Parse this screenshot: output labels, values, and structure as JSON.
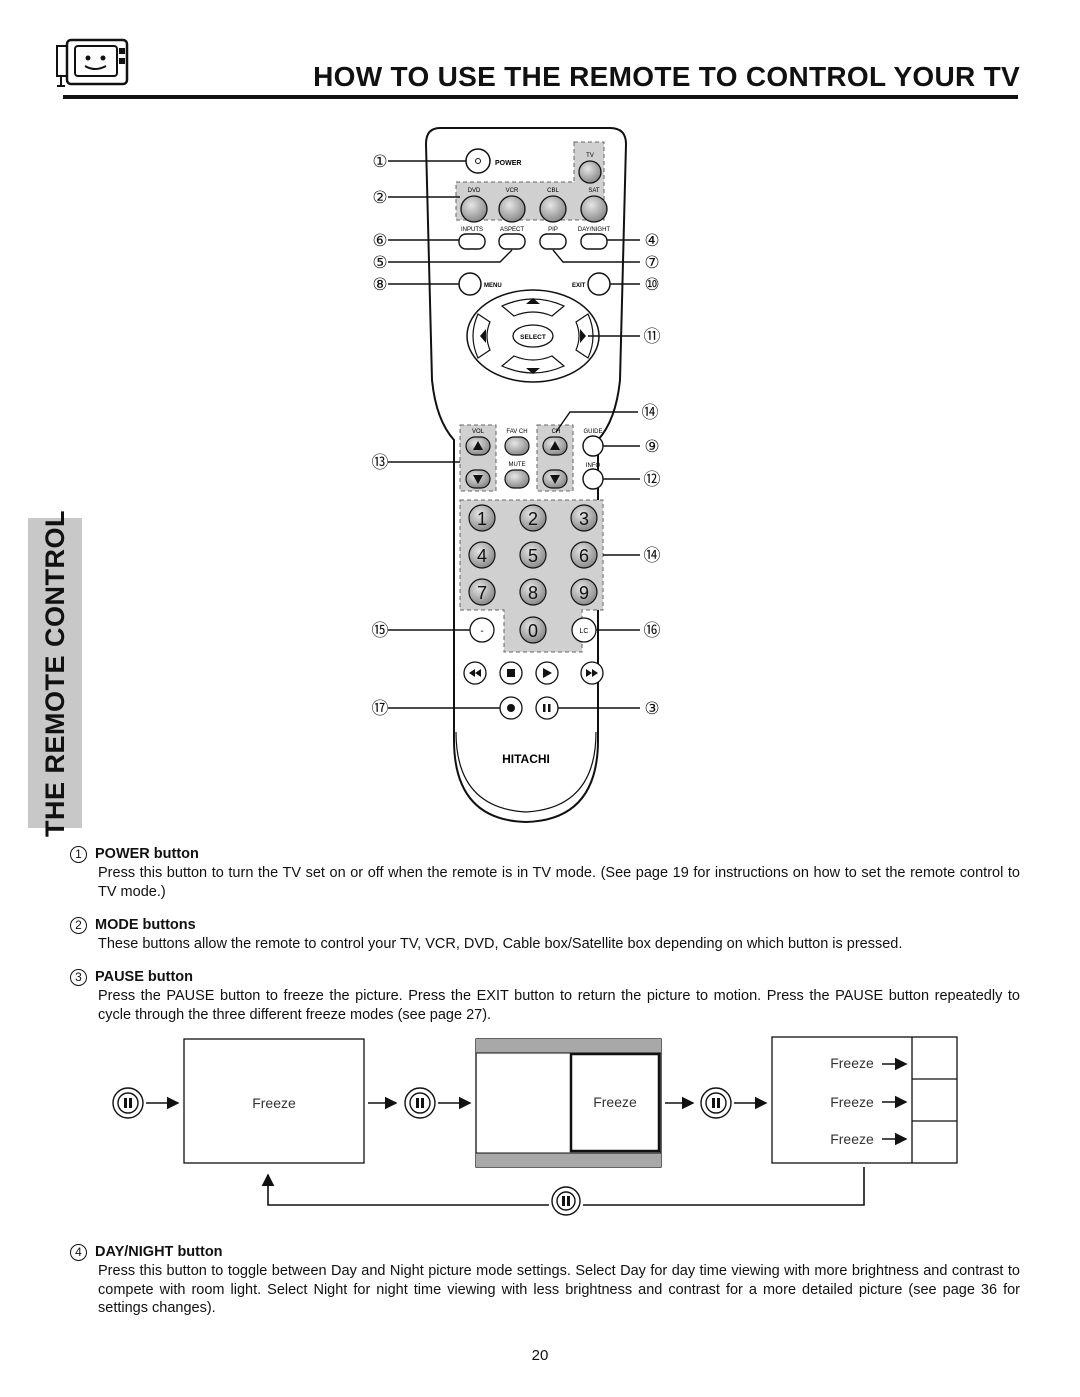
{
  "header": {
    "title": "HOW TO USE THE REMOTE TO CONTROL YOUR TV",
    "side_tab": "THE REMOTE CONTROL"
  },
  "remote": {
    "brand": "HITACHI",
    "labels": {
      "power": "POWER",
      "tv": "TV",
      "dvd": "DVD",
      "vcr": "VCR",
      "cbl": "CBL",
      "sat": "SAT",
      "inputs": "INPUTS",
      "aspect": "ASPECT",
      "pip": "PIP",
      "day_night": "DAY/NIGHT",
      "menu": "MENU",
      "exit": "EXIT",
      "select": "SELECT",
      "vol": "VOL",
      "fav_ch": "FAV CH",
      "ch": "CH",
      "guide": "GUIDE",
      "mute": "MUTE",
      "info": "INFO",
      "dash": "-",
      "lc": "LC"
    },
    "digits": [
      "1",
      "2",
      "3",
      "4",
      "5",
      "6",
      "7",
      "8",
      "9",
      "0"
    ],
    "callouts": {
      "c1": "①",
      "c2": "②",
      "c6": "⑥",
      "c5": "⑤",
      "c8": "⑧",
      "c13": "⑬",
      "c15": "⑮",
      "c17": "⑰",
      "c4": "④",
      "c7": "⑦",
      "c10": "⑩",
      "c11": "⑪",
      "c14a": "⑭",
      "c9": "⑨",
      "c12": "⑫",
      "c14b": "⑭",
      "c16": "⑯",
      "c3": "③"
    }
  },
  "sections": [
    {
      "number": "1",
      "heading": "POWER button",
      "body": "Press this button to turn the TV set on or off when the remote is in TV mode.  (See page 19 for instructions on how to set the remote control to TV mode.)"
    },
    {
      "number": "2",
      "heading": "MODE buttons",
      "body": "These buttons allow the remote to control your TV, VCR, DVD, Cable box/Satellite box depending on which button is pressed."
    },
    {
      "number": "3",
      "heading": "PAUSE button",
      "body": "Press the PAUSE button to freeze the picture.  Press the EXIT button to return the picture to motion.  Press the PAUSE button repeatedly to cycle through the three different freeze modes (see page 27)."
    },
    {
      "number": "4",
      "heading": "DAY/NIGHT button",
      "body": "Press this button to toggle between Day and Night picture mode settings.  Select Day for day time viewing with more brightness and contrast to compete with room light.  Select Night for night time viewing with less brightness and contrast for a more detailed picture (see page 36 for settings changes)."
    }
  ],
  "freeze_diagram": {
    "freeze_label": "Freeze"
  },
  "page_number": "20"
}
